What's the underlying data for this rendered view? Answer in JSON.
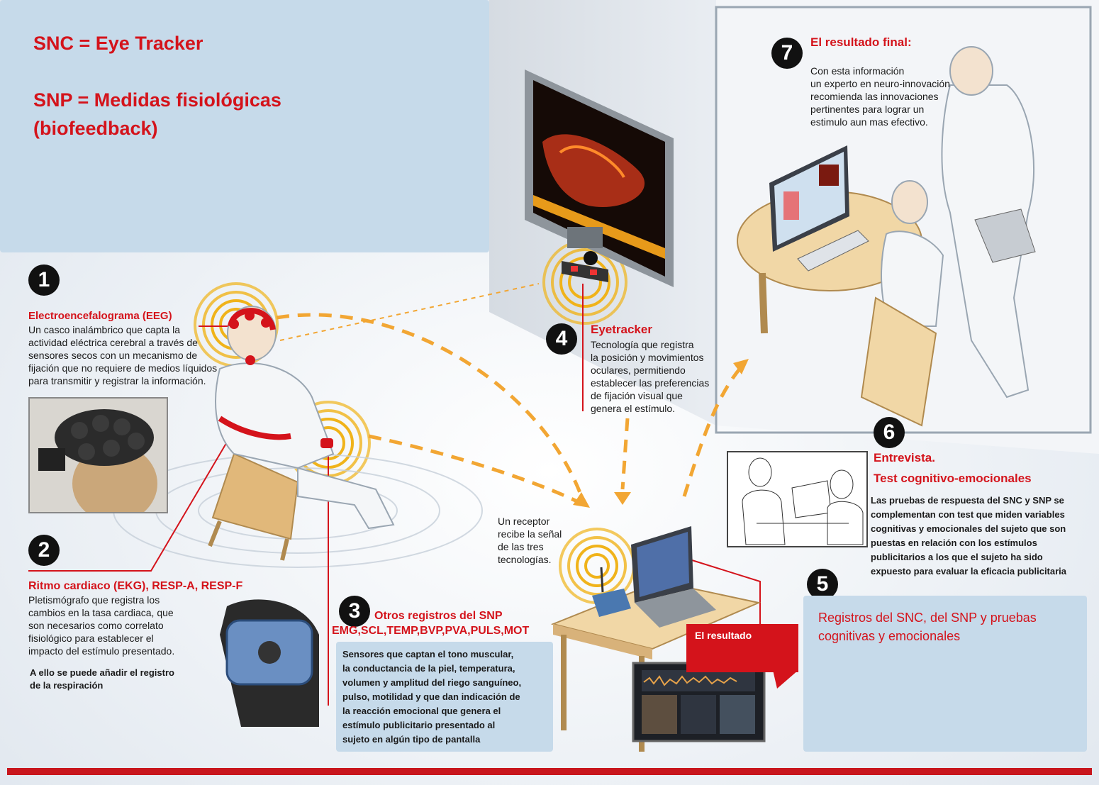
{
  "legend": {
    "line1": "SNC = Eye Tracker",
    "line2": "SNP = Medidas fisiológicas",
    "line3": "(biofeedback)"
  },
  "steps": {
    "s1": {
      "number": "1",
      "title": "Electroencefalograma (EEG)",
      "body": "Un casco inalámbrico que capta la\nactividad eléctrica cerebral a través de\nsensores secos con un mecanismo de\nfijación que no requiere de medios líquidos\npara transmitir y registrar la información."
    },
    "s2": {
      "number": "2",
      "title": "Ritmo cardiaco  (EKG), RESP-A, RESP-F",
      "body": "Pletismógrafo que registra los\ncambios en la tasa cardiaca, que\nson necesarios como correlato\nfisiológico para establecer el\nimpacto del estímulo presentado.",
      "extra": "A ello se puede añadir el registro\nde la respiración"
    },
    "s3": {
      "number": "3",
      "title": "Otros registros del SNP",
      "subtitle": "EMG,SCL,TEMP,BVP,PVA,PULS,MOT",
      "body": "Sensores que captan el tono muscular,\nla conductancia de la piel, temperatura,\nvolumen y amplitud del riego sanguíneo,\npulso, motilidad y que dan indicación de\nla reacción emocional que genera el\nestímulo publicitario presentado al\nsujeto en algún tipo de pantalla"
    },
    "s4": {
      "number": "4",
      "title": "Eyetracker",
      "body": "Tecnología que registra\nla posición y movimientos\noculares, permitiendo\nestablecer las preferencias\nde fijación visual que\ngenera el estímulo."
    },
    "s5": {
      "number": "5",
      "title": "Registros del SNC, del SNP y pruebas cognitivas y emocionales"
    },
    "s6": {
      "number": "6",
      "title": "Entrevista.",
      "subtitle": "Test cognitivo-emocionales",
      "body": "Las pruebas de respuesta del SNC y SNP se\ncomplementan con test que miden variables\ncognitivas y emocionales del sujeto que son\npuestas en relación con los estímulos\npublicitarios a los que el sujeto ha sido\nexpuesto para evaluar la eficacia publicitaria"
    },
    "s7": {
      "number": "7",
      "title": "El resultado final:",
      "body": "Con esta información\nun experto en neuro-innovación\nrecomienda las innovaciones\npertinentes para lograr un\nestimulo aun mas efectivo."
    }
  },
  "receptor": "Un receptor\nrecibe la señal\nde las tres\ntecnologías.",
  "result_badge": "El resultado",
  "colors": {
    "accent_red": "#d4131b",
    "arrow_orange": "#f2a633",
    "panel_blue": "#c6daea",
    "bottom_bar": "#c8161d"
  }
}
